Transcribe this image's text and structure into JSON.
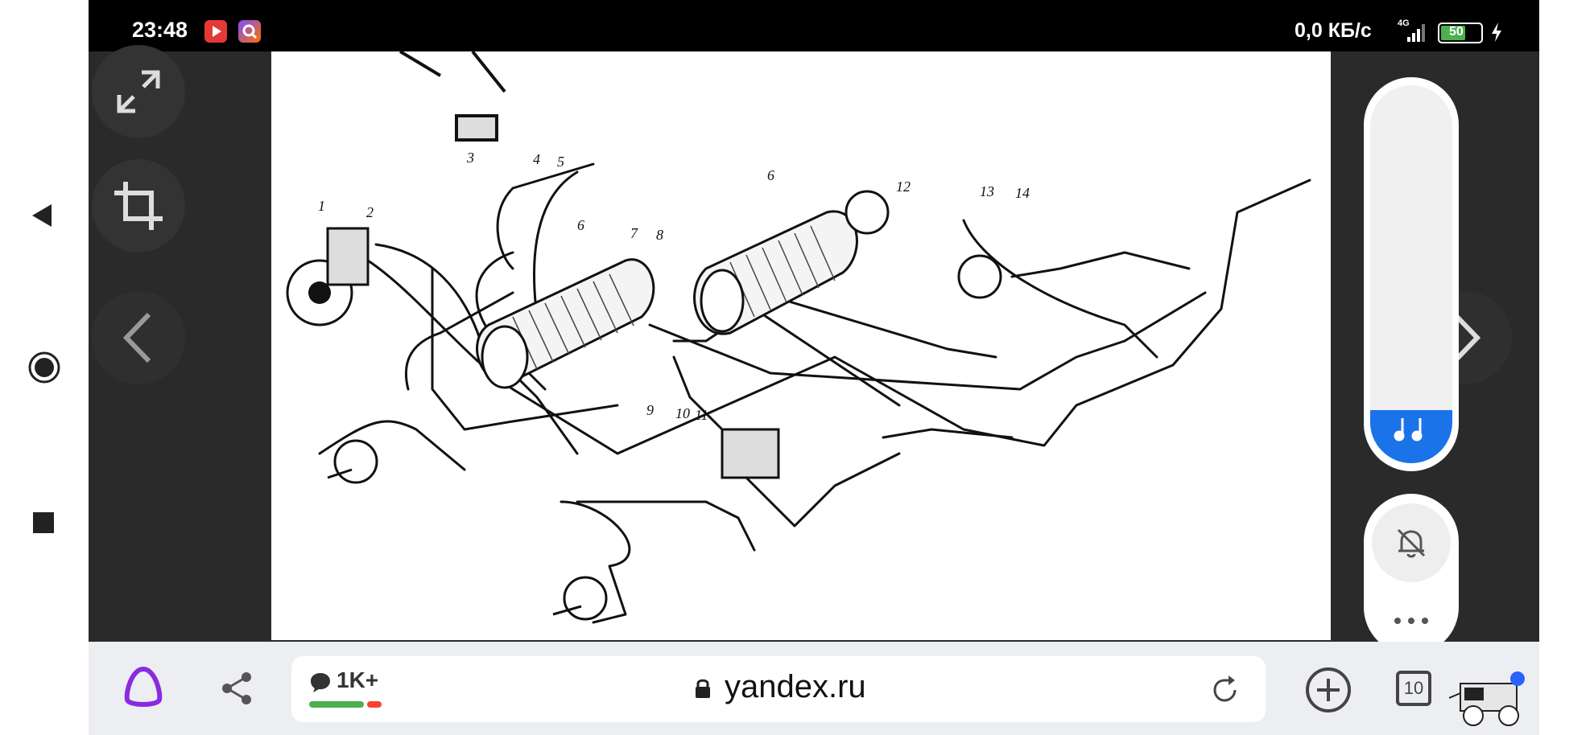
{
  "status": {
    "time": "23:48",
    "net_speed": "0,0 КБ/с",
    "network": "4G",
    "battery": "50"
  },
  "viewer": {
    "expand_icon": "expand-icon",
    "crop_icon": "crop-icon",
    "prev_icon": "chevron-left-icon",
    "next_icon": "chevron-right-icon"
  },
  "diagram": {
    "labels": [
      "1",
      "2",
      "3",
      "4",
      "5",
      "6",
      "6",
      "7",
      "8",
      "9",
      "10",
      "11",
      "12",
      "13",
      "14"
    ]
  },
  "volume": {
    "level": 0.14,
    "icon": "music-note-icon"
  },
  "notify": {
    "bell_icon": "bell-off-icon",
    "more_icon": "more-icon"
  },
  "browser": {
    "comments_count": "1K+",
    "url": "yandex.ru",
    "tabs_count": "10",
    "accent": "#8a2be2"
  }
}
